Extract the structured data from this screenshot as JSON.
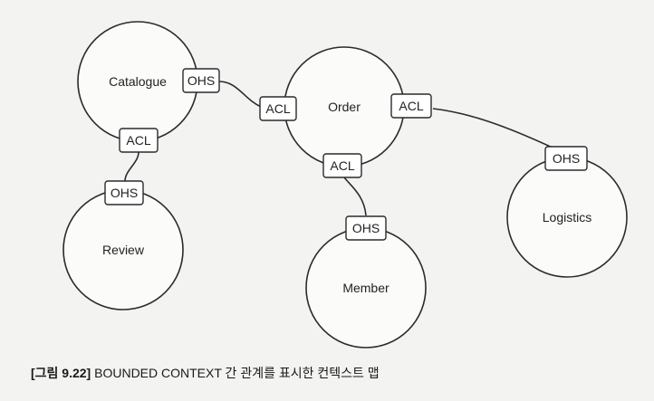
{
  "contexts": [
    {
      "id": "catalogue",
      "label": "Catalogue"
    },
    {
      "id": "order",
      "label": "Order"
    },
    {
      "id": "review",
      "label": "Review"
    },
    {
      "id": "member",
      "label": "Member"
    },
    {
      "id": "logistics",
      "label": "Logistics"
    }
  ],
  "tags": {
    "catalogue_ohs": "OHS",
    "order_acl_left": "ACL",
    "order_acl_right": "ACL",
    "order_acl_bottom": "ACL",
    "catalogue_acl": "ACL",
    "review_ohs": "OHS",
    "member_ohs": "OHS",
    "logistics_ohs": "OHS"
  },
  "caption": {
    "figure": "[그림 9.22]",
    "text": "BOUNDED CONTEXT 간 관계를 표시한 컨텍스트 맵"
  }
}
